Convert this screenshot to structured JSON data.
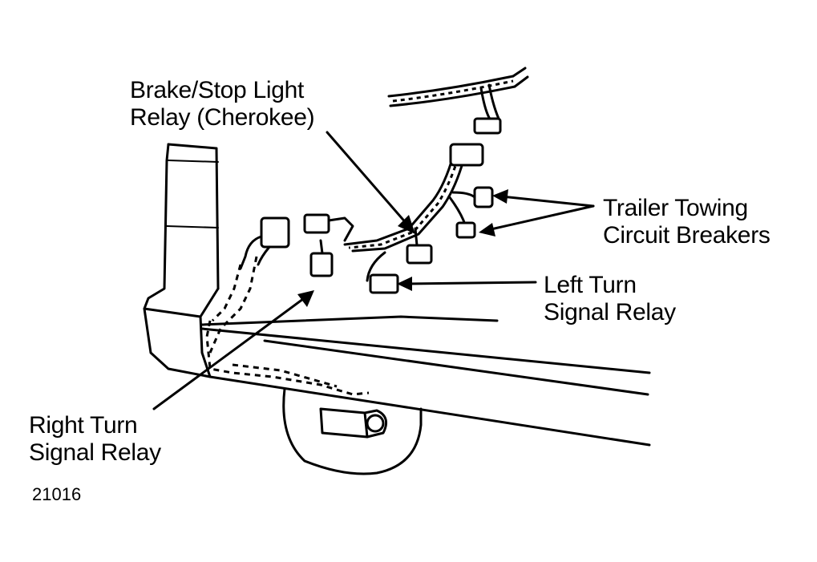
{
  "labels": {
    "brake_stop_relay": [
      "Brake/Stop Light",
      "Relay (Cherokee)"
    ],
    "trailer_breakers": [
      "Trailer Towing",
      "Circuit Breakers"
    ],
    "left_turn_relay": [
      "Left Turn",
      "Signal Relay"
    ],
    "right_turn_relay": [
      "Right Turn",
      "Signal Relay"
    ]
  },
  "figure_number": "21016",
  "icons": [
    "arrow-icon"
  ],
  "colors": {
    "ink": "#000000",
    "paper": "#ffffff"
  }
}
